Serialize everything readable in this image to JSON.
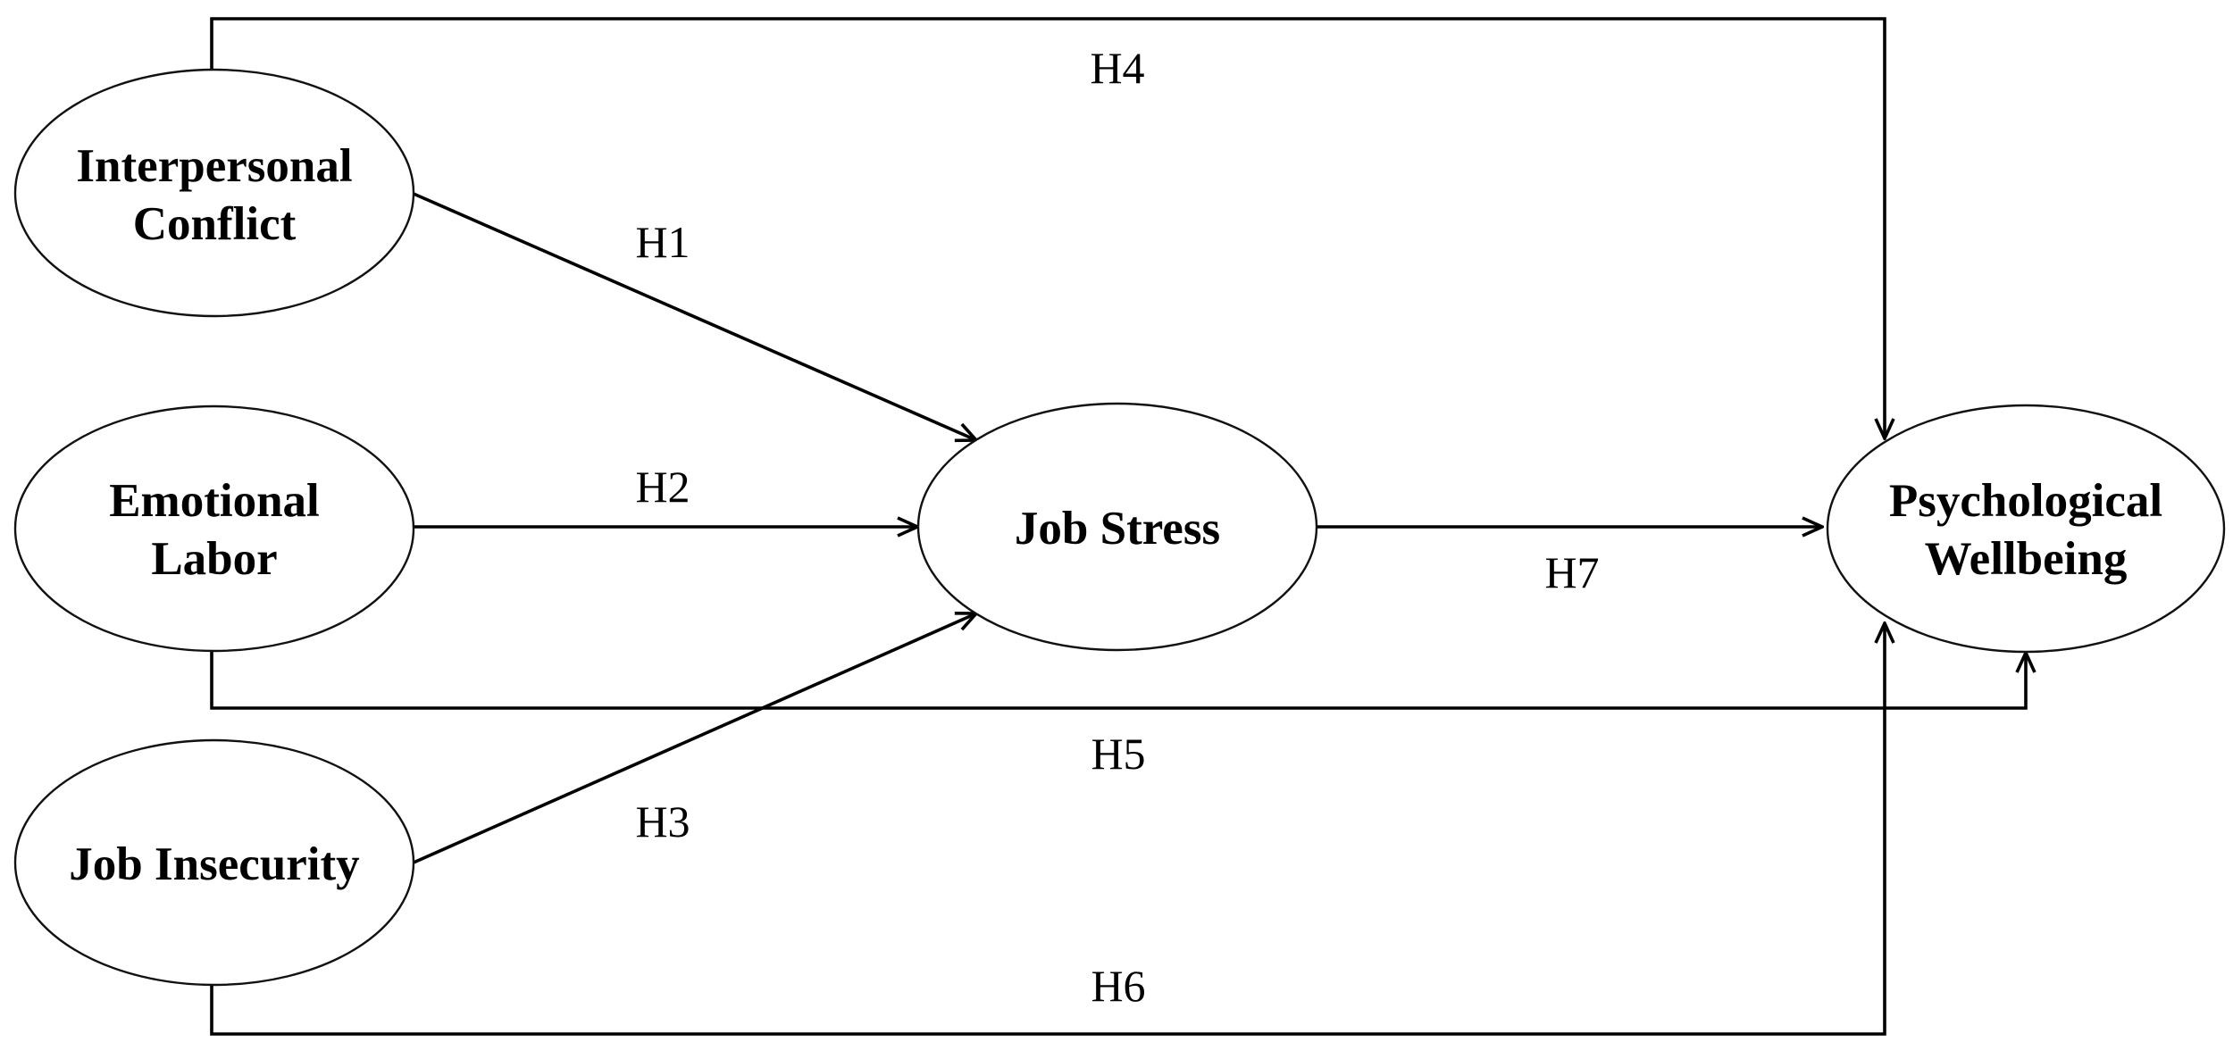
{
  "diagram": {
    "nodes": [
      {
        "id": "interpersonal-conflict",
        "lines": [
          "Interpersonal",
          "Conflict"
        ]
      },
      {
        "id": "emotional-labor",
        "lines": [
          "Emotional",
          "Labor"
        ]
      },
      {
        "id": "job-insecurity",
        "lines": [
          "Job Insecurity"
        ]
      },
      {
        "id": "job-stress",
        "lines": [
          "Job Stress"
        ]
      },
      {
        "id": "psychological-wellbeing",
        "lines": [
          "Psychological",
          "Wellbeing"
        ]
      }
    ],
    "edges": [
      {
        "id": "h1",
        "label": "H1",
        "from": "interpersonal-conflict",
        "to": "job-stress"
      },
      {
        "id": "h2",
        "label": "H2",
        "from": "emotional-labor",
        "to": "job-stress"
      },
      {
        "id": "h3",
        "label": "H3",
        "from": "job-insecurity",
        "to": "job-stress"
      },
      {
        "id": "h4",
        "label": "H4",
        "from": "interpersonal-conflict",
        "to": "psychological-wellbeing"
      },
      {
        "id": "h5",
        "label": "H5",
        "from": "emotional-labor",
        "to": "psychological-wellbeing"
      },
      {
        "id": "h6",
        "label": "H6",
        "from": "job-insecurity",
        "to": "psychological-wellbeing"
      },
      {
        "id": "h7",
        "label": "H7",
        "from": "job-stress",
        "to": "psychological-wellbeing"
      }
    ]
  }
}
